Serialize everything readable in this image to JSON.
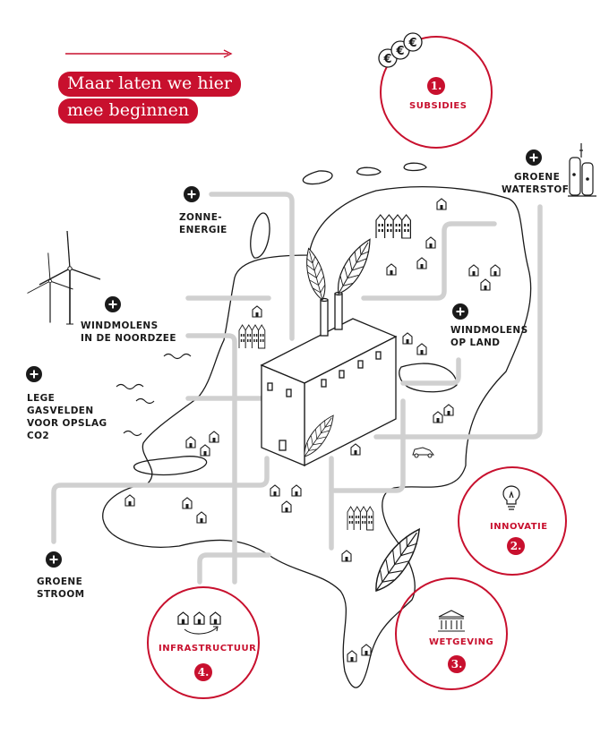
{
  "intro": {
    "line1": "Maar laten we hier",
    "line2": "mee beginnen"
  },
  "labels": {
    "zonne_energie_1": "ZONNE-",
    "zonne_energie_2": "ENERGIE",
    "windmolens_noordzee_1": "WINDMOLENS",
    "windmolens_noordzee_2": "IN DE NOORDZEE",
    "lege_gasvelden_1": "LEGE",
    "lege_gasvelden_2": "GASVELDEN",
    "lege_gasvelden_3": "VOOR OPSLAG",
    "lege_gasvelden_4": "CO2",
    "groene_stroom_1": "GROENE",
    "groene_stroom_2": "STROOM",
    "groene_waterstof_1": "GROENE",
    "groene_waterstof_2": "WATERSTOF",
    "windmolens_land_1": "WINDMOLENS",
    "windmolens_land_2": "OP LAND"
  },
  "circles": {
    "subsidies": {
      "num": "1.",
      "label": "SUBSIDIES"
    },
    "innovatie": {
      "num": "2.",
      "label": "INNOVATIE"
    },
    "wetgeving": {
      "num": "3.",
      "label": "WETGEVING"
    },
    "infrastructuur": {
      "num": "4.",
      "label": "INFRASTRUCTUUR"
    }
  },
  "icons": {
    "plus": "plus-icon",
    "euro": "euro-icon",
    "lightbulb": "lightbulb-icon",
    "building": "government-building-icon",
    "houses": "houses-icon",
    "euro_glyph": "€",
    "plus_glyph": "+"
  },
  "colors": {
    "accent": "#c8102e",
    "pipe": "#cccccc",
    "ink": "#1a1a1a"
  }
}
